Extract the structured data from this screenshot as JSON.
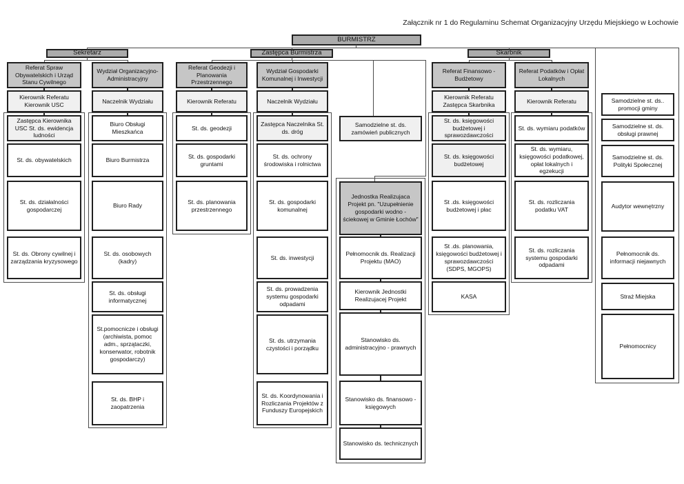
{
  "annotation": "Załącznik nr 1 do Regulaminu Schemat Organizacyjny Urzędu Miejskiego w Łochowie",
  "colors": {
    "top_fill": "#ababab",
    "header_fill": "#c6c6c6",
    "light_fill": "#f0f0f0",
    "box_border": "#1f1f1f",
    "line": "#4a4a4a"
  },
  "top": {
    "burmistrz": "BURMISTRZ",
    "sekretarz": "Sekretarz",
    "zastepca": "Zastępca Burmistrza",
    "skarbnik": "Skarbnik"
  },
  "c1": {
    "h": "Referat Spraw Obywatelskich i Urząd Stanu Cywilnego",
    "b": [
      "Kierownik Referatu Kierownik USC",
      "Zastępca Kierownika USC St. ds. ewidencja ludności",
      "St. ds. obywatelskich",
      "St. ds. działalności gospodarczej",
      "St. ds. Obrony cywilnej i zarządzania kryzysowego"
    ]
  },
  "c2": {
    "h": "Wydział Organizacyjno-Administracyjny",
    "b": [
      "Naczelnik Wydziału",
      "Biuro Obsługi Mieszkańca",
      "Biuro Burmistrza",
      "Biuro Rady",
      "St. ds. osobowych (kadry)",
      "St. ds. obsługi informatycznej",
      "St.pomocnicze i obsługi (archiwista, pomoc adm., sprzątaczki, konserwator, robotnik gospodarczy)",
      "St. ds. BHP i zaopatrzenia"
    ]
  },
  "c3": {
    "h": "Referat Geodezji i Planowania Przestrzennego",
    "b": [
      "Kierownik Referatu",
      "St. ds. geodezji",
      "St. ds. gospodarki gruntami",
      "St. ds. planowania przestrzennego"
    ]
  },
  "c4": {
    "h": "Wydział Gospodarki Komunalnej i Inwestycji",
    "b": [
      "Naczelnik Wydziału",
      "Zastępca Naczelnika St. ds. dróg",
      "St. ds. ochrony środowiska i rolnictwa",
      "St. ds. gospodarki komunalnej",
      "St. ds. inwestycji",
      "St. ds. prowadzenia systemu gospodarki odpadami",
      "St. ds. utrzymania czystości i porządku",
      "St. ds. Koordynowania i Rozliczania Projektów z Funduszy Europejskich"
    ]
  },
  "c5": {
    "b": [
      "Samodzielne st. ds. zamówień publicznych",
      "Jednostka Realizujaca Projekt pn.  \"Uzupełnienie gospodarki wodno - ściekowej w Gminie Łochów\"",
      "Pełnomocnik ds. Realizacji Projektu  (MAO)",
      "Kierownik Jednostki Realizujacej Projekt",
      "Stanowisko ds. administracyjno - prawnych",
      "Stanowisko ds. finansowo - księgowych",
      "Stanowisko ds. technicznych"
    ]
  },
  "c6": {
    "h": "Referat Finansowo - Budżetowy",
    "b": [
      "Kierownik Referatu Zastępca Skarbnika",
      "St. ds. księgowości budżetowej i sprawozdawczości",
      "St. ds. księgowości budżetowej",
      "St .ds. księgowości budżetowej i płac",
      "St .ds. planowania, księgowości budżetowej i sprawozdawczości (SDPS, MGOPS)",
      "KASA"
    ]
  },
  "c7": {
    "h": "Referat Podatków i Opłat Lokalnych",
    "b": [
      "Kierownik Referatu",
      "St. ds. wymiaru podatków",
      "St. ds. wymiaru, księgowości podatkowej, opłat lokalnych i egzekucji",
      "St. ds. rozliczania podatku VAT",
      "St. ds. rozliczania systemu gospodarki odpadami"
    ]
  },
  "c8": {
    "b": [
      "Samodzielne st. ds.. promocji gminy",
      "Samodzielne st. ds. obsługi prawnej",
      "Samodzielne st. ds. Polityki Społecznej",
      "Audytor wewnętrzny",
      "Pełnomocnik ds. informacji niejawnych",
      "Straż Miejska",
      "Pełnomocnicy"
    ]
  }
}
